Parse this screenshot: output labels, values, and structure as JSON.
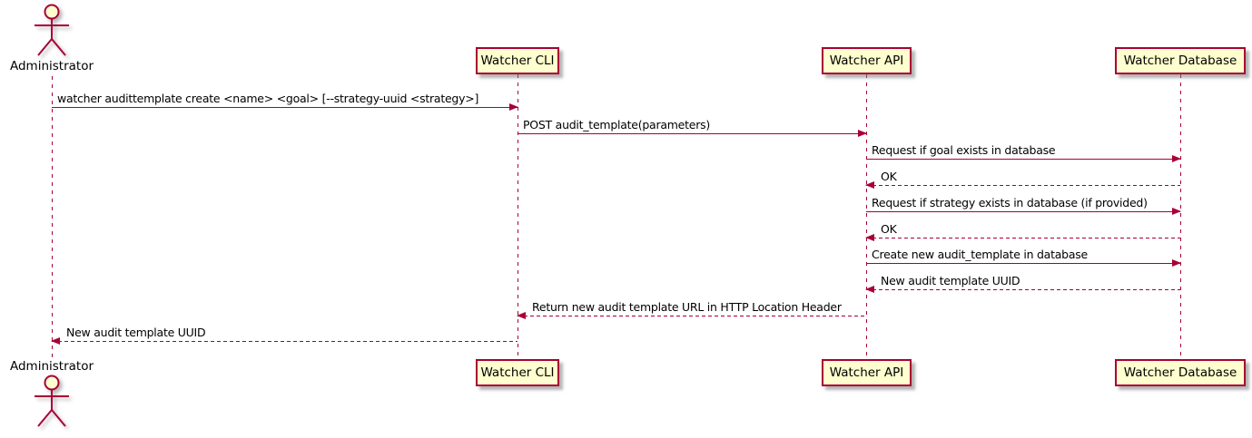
{
  "diagram": {
    "type": "uml-sequence-diagram",
    "colors": {
      "stroke": "#A80036",
      "participant_fill": "#FEFECE",
      "text": "#000000",
      "background": "#FFFFFF"
    },
    "actor": {
      "name": "Administrator"
    },
    "participants": [
      {
        "name": "Watcher CLI"
      },
      {
        "name": "Watcher API"
      },
      {
        "name": "Watcher Database"
      }
    ],
    "messages": [
      {
        "from": "Administrator",
        "to": "Watcher CLI",
        "label": "watcher audittemplate create <name> <goal> [--strategy-uuid <strategy>]",
        "line": "solid",
        "direction": "right"
      },
      {
        "from": "Watcher CLI",
        "to": "Watcher API",
        "label": "POST audit_template(parameters)",
        "line": "solid",
        "direction": "right"
      },
      {
        "from": "Watcher API",
        "to": "Watcher Database",
        "label": "Request if goal exists in database",
        "line": "solid",
        "direction": "right"
      },
      {
        "from": "Watcher Database",
        "to": "Watcher API",
        "label": "OK",
        "line": "dashed",
        "direction": "left"
      },
      {
        "from": "Watcher API",
        "to": "Watcher Database",
        "label": "Request if strategy exists in database (if provided)",
        "line": "solid",
        "direction": "right"
      },
      {
        "from": "Watcher Database",
        "to": "Watcher API",
        "label": "OK",
        "line": "dashed",
        "direction": "left"
      },
      {
        "from": "Watcher API",
        "to": "Watcher Database",
        "label": "Create new audit_template in database",
        "line": "solid",
        "direction": "right"
      },
      {
        "from": "Watcher Database",
        "to": "Watcher API",
        "label": "New audit template UUID",
        "line": "dashed",
        "direction": "left"
      },
      {
        "from": "Watcher API",
        "to": "Watcher CLI",
        "label": "Return new audit template URL in HTTP Location Header",
        "line": "dashed",
        "direction": "left"
      },
      {
        "from": "Watcher CLI",
        "to": "Administrator",
        "label": "New audit template UUID",
        "line": "dashed",
        "direction": "left"
      }
    ]
  }
}
